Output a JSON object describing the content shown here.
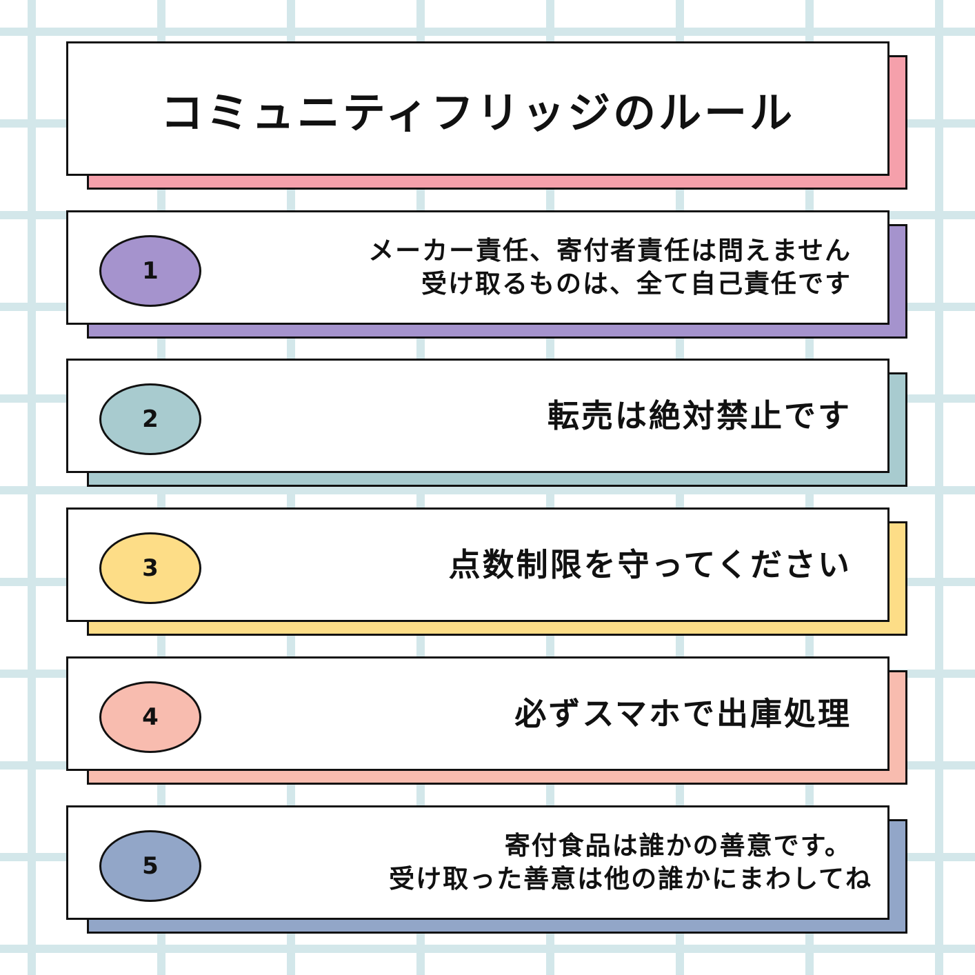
{
  "title": "コミュニティフリッジのルール",
  "colors": {
    "grid": "#d3e7ea",
    "border": "#111111",
    "title_shadow": "#f5a0ab",
    "rule1": "#a593cd",
    "rule2": "#a8cbcf",
    "rule3": "#fddd87",
    "rule4": "#f8bcaf",
    "rule5": "#92a6c8"
  },
  "rules": [
    {
      "number": "1",
      "lines": [
        "メーカー責任、寄付者責任は問えません",
        "受け取るものは、全て自己責任です"
      ]
    },
    {
      "number": "2",
      "lines": [
        "転売は絶対禁止です"
      ]
    },
    {
      "number": "3",
      "lines": [
        "点数制限を守ってください"
      ]
    },
    {
      "number": "4",
      "lines": [
        "必ずスマホで出庫処理"
      ]
    },
    {
      "number": "5",
      "lines": [
        "寄付食品は誰かの善意です。",
        "受け取った善意は他の誰かにまわしてね"
      ]
    }
  ]
}
